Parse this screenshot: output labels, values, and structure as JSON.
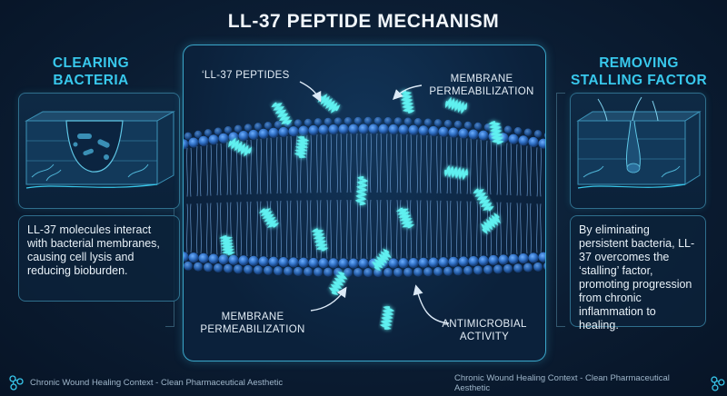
{
  "title": "LL-37 PEPTIDE MECHANISM",
  "left_panel": {
    "heading_line1": "CLEARING",
    "heading_line2": "BACTERIA",
    "image_icon": "wound-bacteria-illustration",
    "description": "LL-37 molecules interact with bacterial membranes, causing cell lysis and reducing bioburden."
  },
  "right_panel": {
    "heading_line1": "REMOVING",
    "heading_line2": "STALLING FACTOR",
    "image_icon": "healthy-skin-hair-follicle-illustration",
    "description": "By eliminating persistent bacteria, LL-37 overcomes the ‘stalling’ factor, promoting progression from chronic inflammation to healing."
  },
  "center_diagram": {
    "label_peptides": "‘LL-37 PEPTIDES",
    "label_membrane_top_line1": "MEMBRANE",
    "label_membrane_top_line2": "PERMEABILIZATION",
    "label_membrane_bottom_line1": "MEMBRANE",
    "label_membrane_bottom_line2": "PERMEABILIZATION",
    "label_antimicrobial_line1": "ANTIMICROBIAL",
    "label_antimicrobial_line2": "ACTIVITY"
  },
  "footer": {
    "left_text": "Chronic Wound Healing Context - Clean Pharmaceutical Aesthetic",
    "right_text": "Chronic Wound Healing Context - Clean Pharmaceutical Aesthetic",
    "icon": "molecule-icon"
  },
  "colors": {
    "accent": "#38c8ec",
    "peptide_glow": "#5ff0f0",
    "background": "#0b1d33",
    "membrane_head": "#2f6fc4"
  }
}
